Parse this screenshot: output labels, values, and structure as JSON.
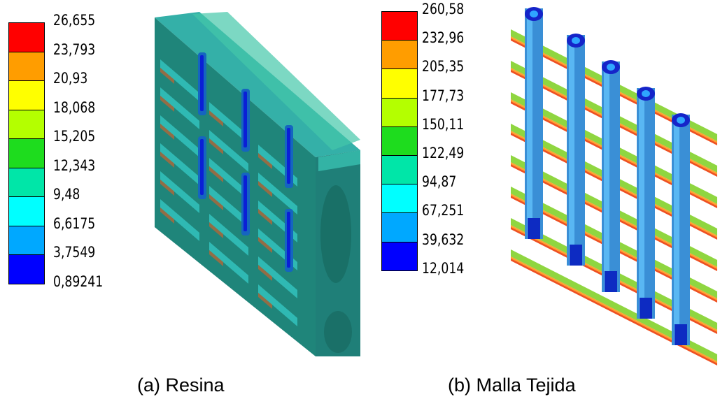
{
  "panels": [
    {
      "caption": "(a) Resina",
      "legend": {
        "values": [
          "26,655",
          "23,793",
          "20,93",
          "18,068",
          "15,205",
          "12,343",
          "9,48",
          "6,6175",
          "3,7549",
          "0,89241"
        ],
        "colors": [
          "#ff0000",
          "#ff9d00",
          "#ffff00",
          "#b4ff00",
          "#1edc1e",
          "#00e6a8",
          "#00ffff",
          "#00a8ff",
          "#0000ff"
        ]
      }
    },
    {
      "caption": "(b) Malla Tejida",
      "legend": {
        "values": [
          "260,58",
          "232,96",
          "205,35",
          "177,73",
          "150,11",
          "122,49",
          "94,87",
          "67,251",
          "39,632",
          "12,014"
        ],
        "colors": [
          "#ff0000",
          "#ff9d00",
          "#ffff00",
          "#b4ff00",
          "#1edc1e",
          "#00e6a8",
          "#00ffff",
          "#00a8ff",
          "#0000ff"
        ]
      }
    }
  ]
}
